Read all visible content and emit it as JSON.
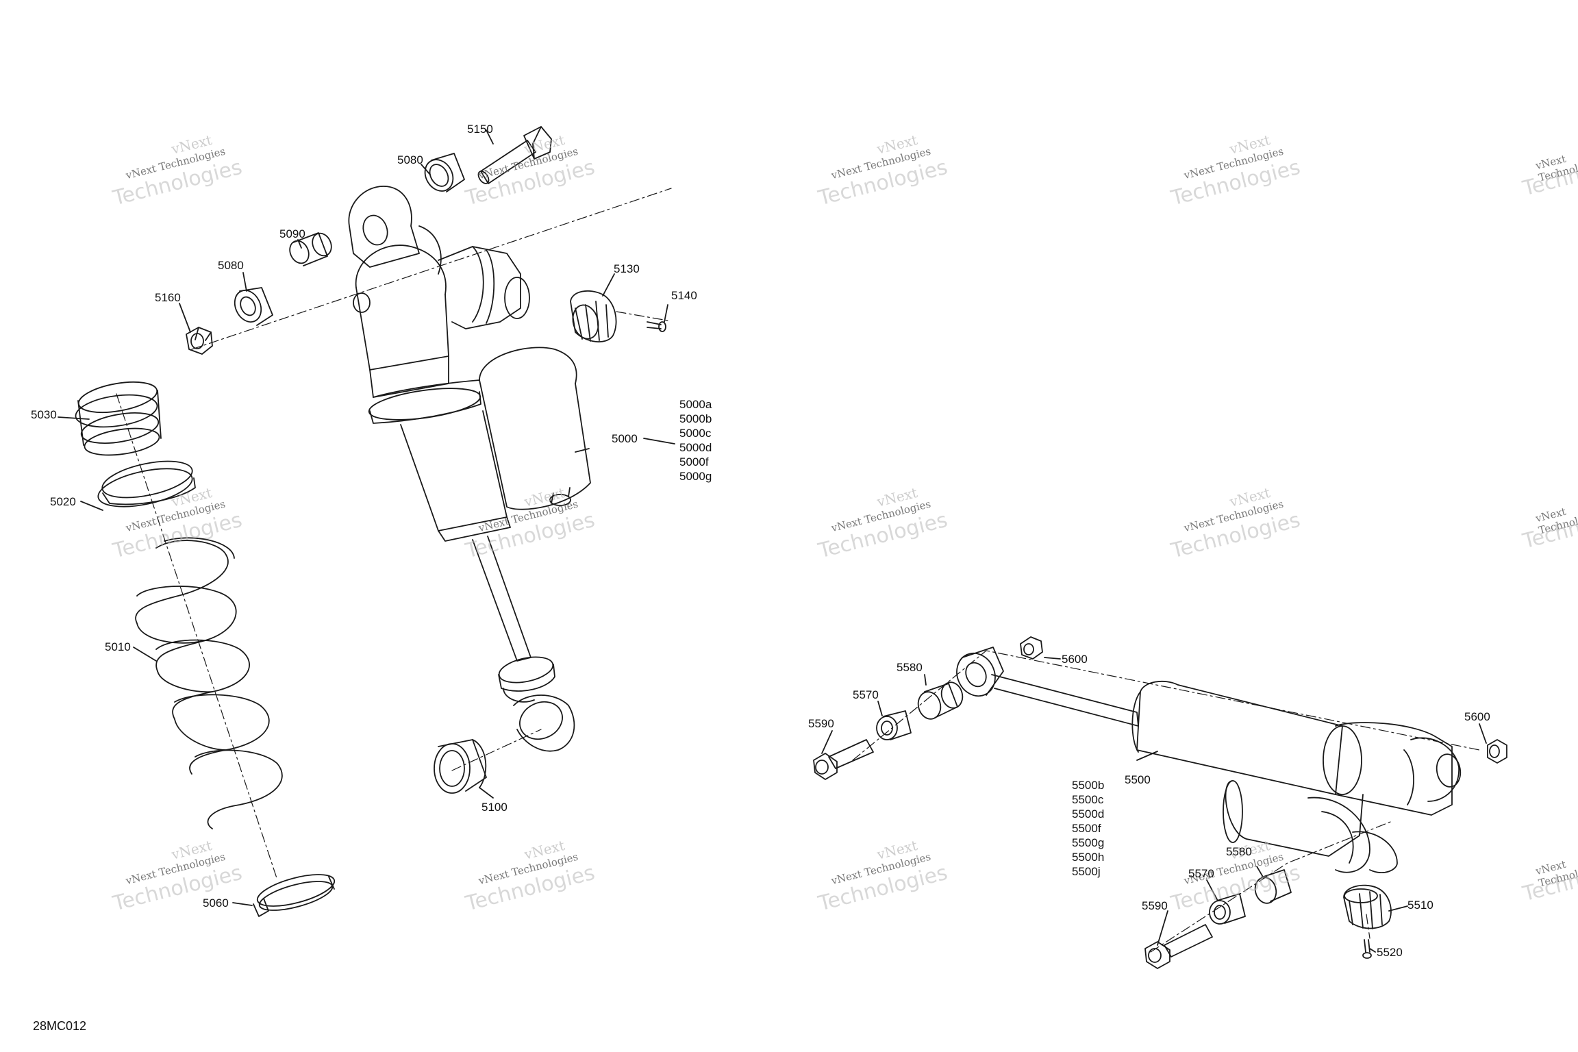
{
  "diagram_code": "28MC012",
  "watermark": {
    "line1": "vNext",
    "line2": "vNext Technologies",
    "line3": "Technologies"
  },
  "labels": {
    "p5150": "5150",
    "p5080a": "5080",
    "p5090": "5090",
    "p5080b": "5080",
    "p5160": "5160",
    "p5130": "5130",
    "p5140": "5140",
    "p5030": "5030",
    "p5020": "5020",
    "p5010": "5010",
    "p5000": "5000",
    "p5100": "5100",
    "p5060": "5060",
    "p5600a": "5600",
    "p5580": "5580",
    "p5570a": "5570",
    "p5590a": "5590",
    "p5600b": "5600",
    "p5500": "5500",
    "p5580b": "5580",
    "p5570b": "5570",
    "p5590b": "5590",
    "p5510": "5510",
    "p5520": "5520"
  },
  "variants_5000": [
    "5000a",
    "5000b",
    "5000c",
    "5000d",
    "5000f",
    "5000g"
  ],
  "variants_5500": [
    "5500b",
    "5500c",
    "5500d",
    "5500f",
    "5500g",
    "5500h",
    "5500j"
  ]
}
